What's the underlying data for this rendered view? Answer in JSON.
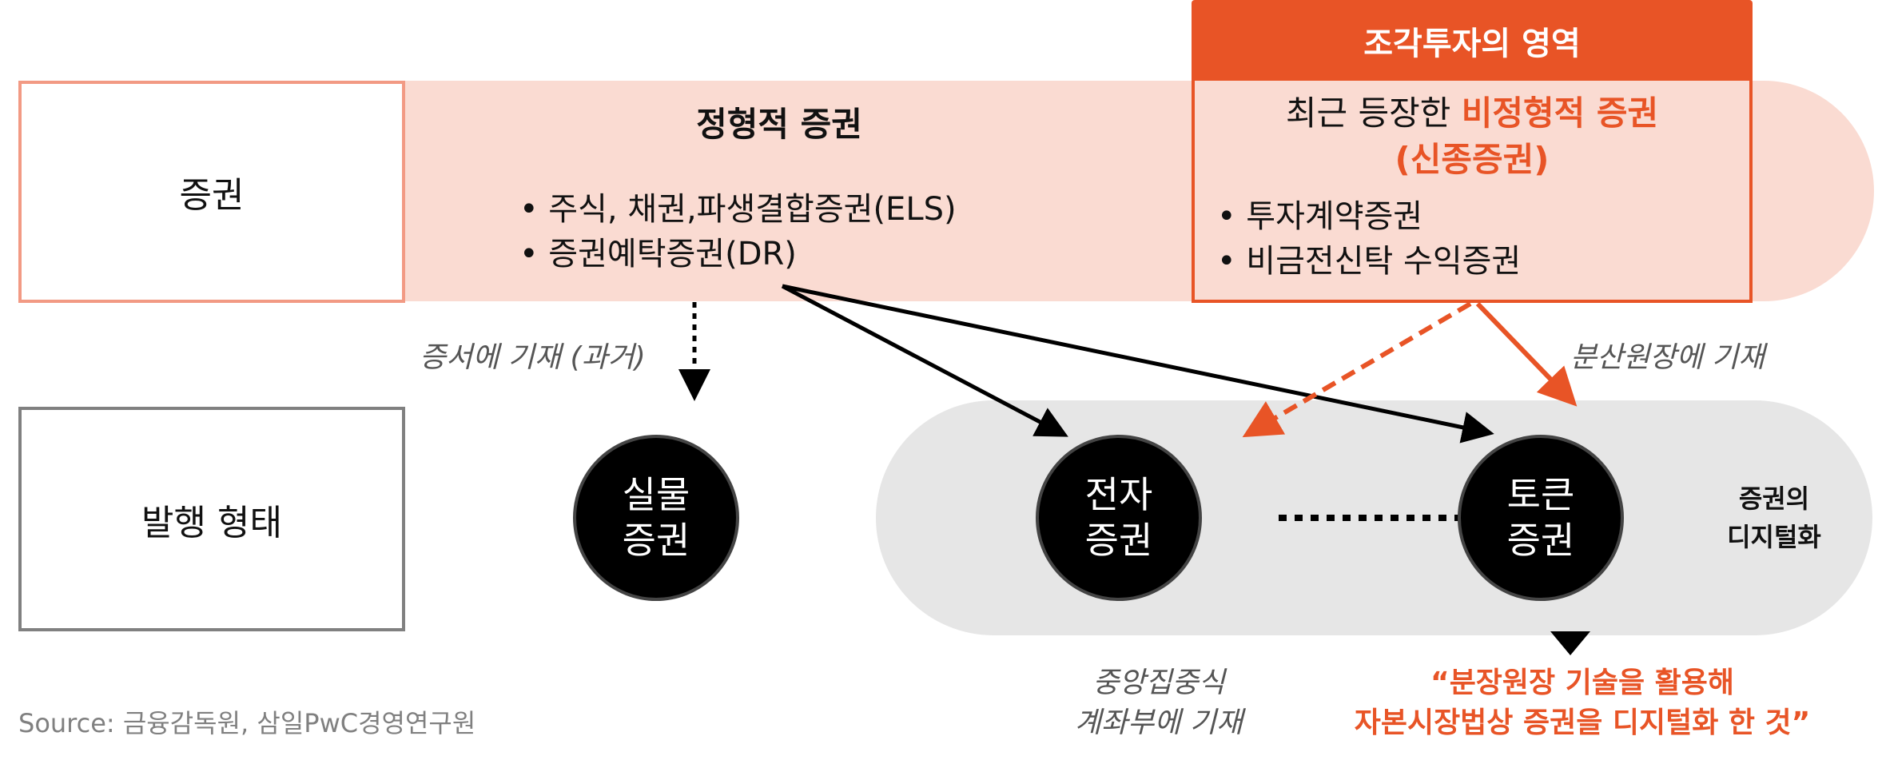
{
  "rows": {
    "securities_label": "증권",
    "issuance_label": "발행 형태"
  },
  "standard": {
    "title": "정형적 증권",
    "bullets": [
      "• 주식, 채권,파생결합증권(ELS)",
      "• 증권예탁증권(DR)"
    ]
  },
  "fractional": {
    "header": "조각투자의 영역",
    "line1_prefix": "최근 등장한 ",
    "line1_highlight": "비정형적 증권",
    "line2_highlight": "(신종증권)",
    "bullets": [
      "• 투자계약증권",
      "• 비금전신탁 수익증권"
    ]
  },
  "circles": [
    {
      "line1": "실물",
      "line2": "증권"
    },
    {
      "line1": "전자",
      "line2": "증권"
    },
    {
      "line1": "토큰",
      "line2": "증권"
    }
  ],
  "labels": {
    "past": "증서에 기재 (과거)",
    "ledger": "분산원장에 기재",
    "central_1": "중앙집중식",
    "central_2": "계좌부에 기재",
    "digital_1": "증권의",
    "digital_2": "디지털화",
    "quote_1": "“분장원장 기술을 활용해",
    "quote_2": "자본시장법상 증권을 디지털화 한 것”"
  },
  "source": "Source: 금융감독원, 삼일PwC경영연구원",
  "colors": {
    "accent": "#e85426",
    "pink": "#fadbd2",
    "gray_pill": "#e6e6e6"
  }
}
